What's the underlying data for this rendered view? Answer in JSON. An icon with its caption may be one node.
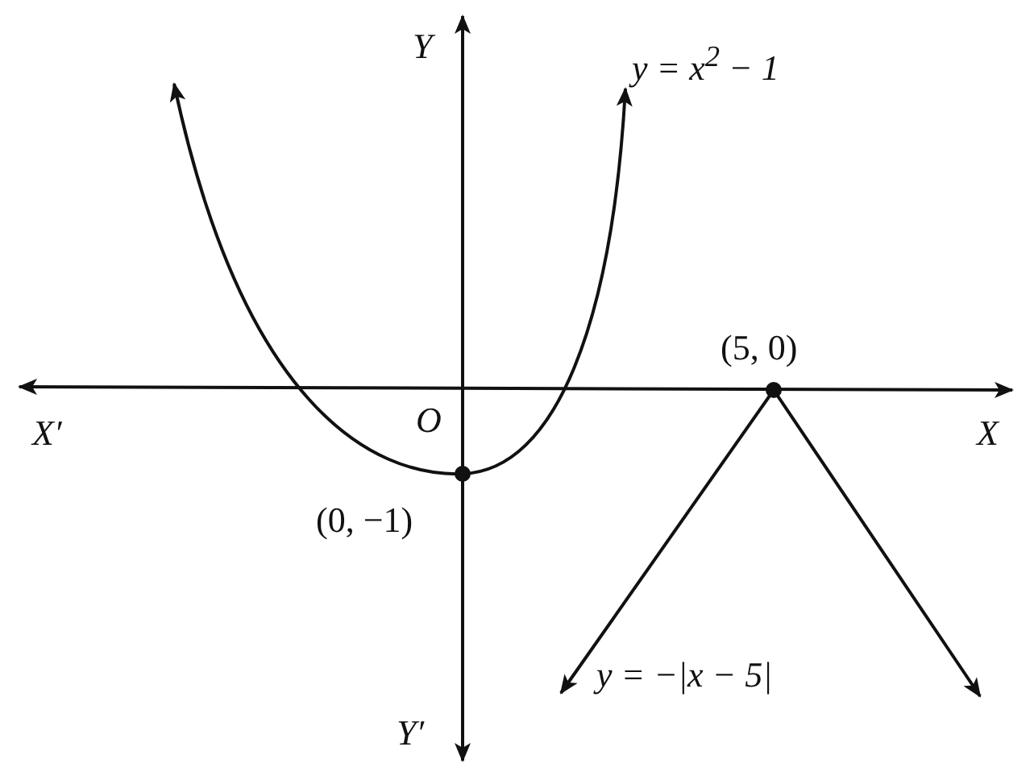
{
  "diagram": {
    "labels": [
      "Y",
      "y = x$^{2}$ − 1",
      "(5, 0)",
      "X′",
      "O",
      "X",
      "(0, −1)",
      "y = −|x − 5|",
      "Y′"
    ]
  }
}
